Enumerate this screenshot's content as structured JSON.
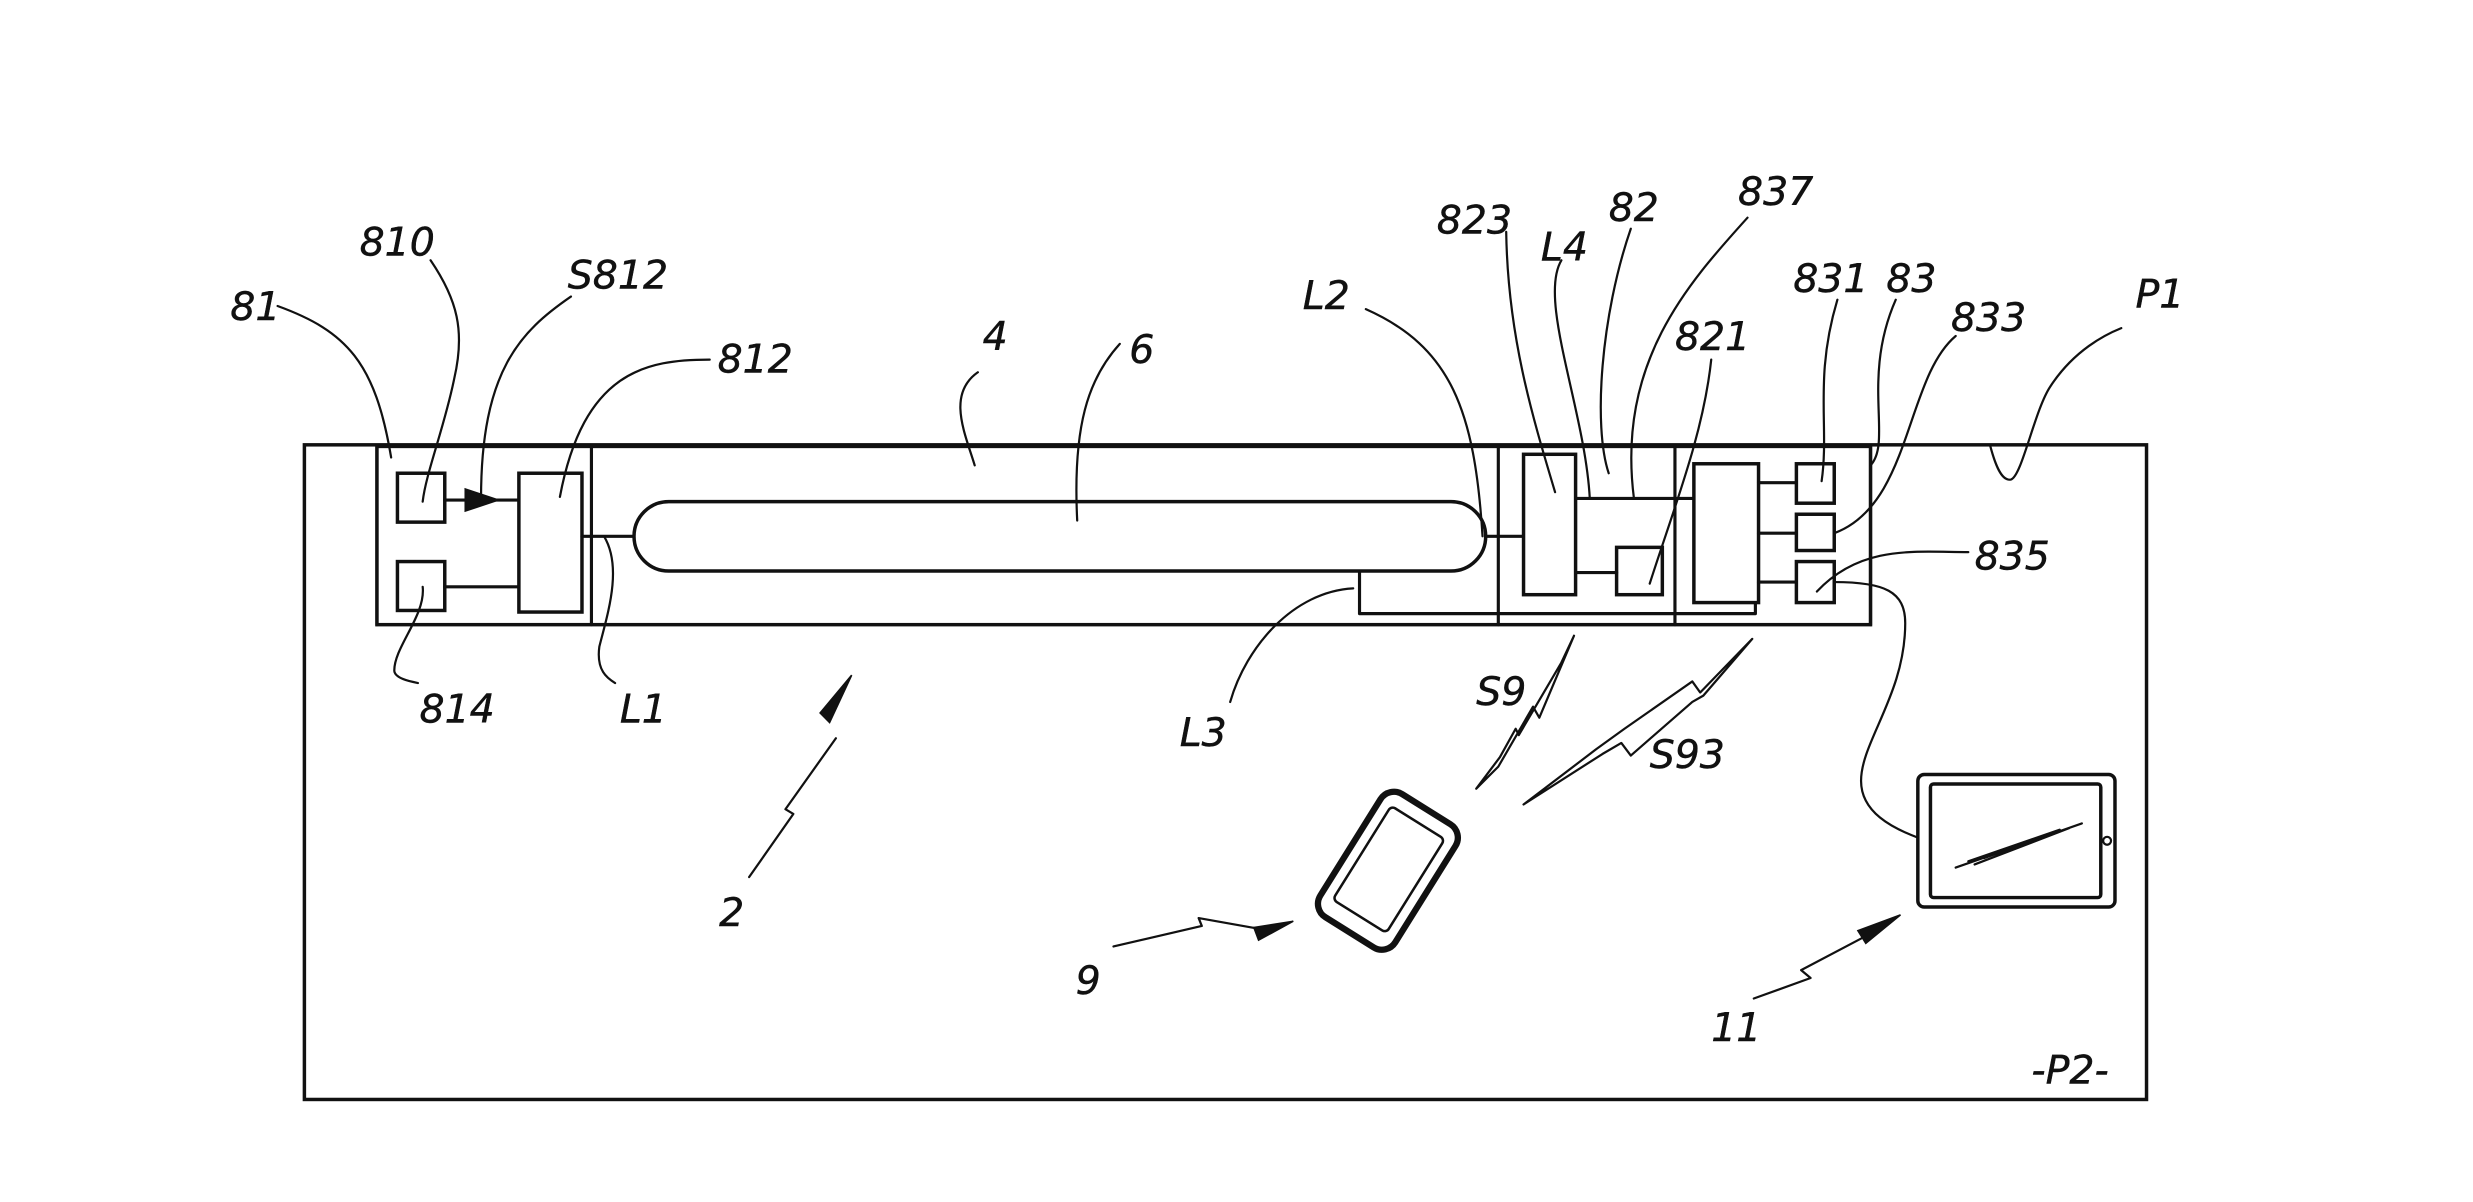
{
  "figure": {
    "description": "Patent drawing: lighting system with tube lamp, control modules, smartphone and tablet",
    "labels": {
      "l81": "81",
      "l810": "810",
      "lS812": "S812",
      "l812": "812",
      "l814": "814",
      "lL1": "L1",
      "l4": "4",
      "l6": "6",
      "lL2": "L2",
      "lL3": "L3",
      "l823": "823",
      "lL4": "L4",
      "l82": "82",
      "l837": "837",
      "l821": "821",
      "l831": "831",
      "l83": "83",
      "l833": "833",
      "lP1": "P1",
      "l835": "835",
      "l2": "2",
      "lS9": "S9",
      "lS93": "S93",
      "l9": "9",
      "l11": "11",
      "lP2": "-P2-"
    },
    "components": [
      {
        "ref": "81",
        "name": "first-module"
      },
      {
        "ref": "810",
        "name": "sensor-block"
      },
      {
        "ref": "812",
        "name": "driver-block"
      },
      {
        "ref": "814",
        "name": "secondary-block"
      },
      {
        "ref": "4",
        "name": "luminaire-housing"
      },
      {
        "ref": "6",
        "name": "tube-lamp"
      },
      {
        "ref": "82",
        "name": "second-module"
      },
      {
        "ref": "821",
        "name": "module-821"
      },
      {
        "ref": "823",
        "name": "module-823"
      },
      {
        "ref": "83",
        "name": "third-module"
      },
      {
        "ref": "831",
        "name": "port-831"
      },
      {
        "ref": "833",
        "name": "port-833"
      },
      {
        "ref": "835",
        "name": "port-835"
      },
      {
        "ref": "9",
        "name": "smartphone"
      },
      {
        "ref": "11",
        "name": "tablet"
      }
    ],
    "signals": [
      "S812",
      "S9",
      "S93"
    ]
  }
}
